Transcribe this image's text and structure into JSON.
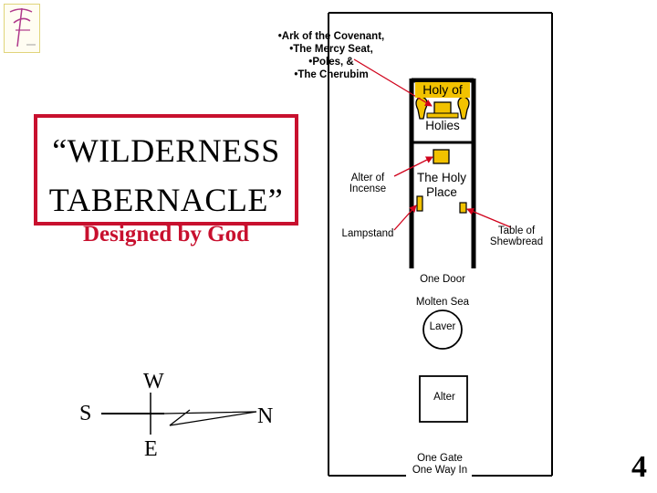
{
  "ark_notes": [
    "•Ark of the Covenant,",
    "•The Mercy Seat,",
    "•Poles, &",
    "•The Cherubim"
  ],
  "title": {
    "line1": "“WILDERNESS",
    "line2": "TABERNACLE”",
    "subtitle": "Designed by God"
  },
  "labels": {
    "holy_of": "Holy of",
    "holies": "Holies",
    "holy_place_line1": "The Holy",
    "holy_place_line2": "Place",
    "incense_line1": "Alter of",
    "incense_line2": "Incense",
    "lampstand": "Lampstand",
    "shewbread_line1": "Table of",
    "shewbread_line2": "Shewbread",
    "one_door": "One Door",
    "molten_sea": "Molten Sea",
    "laver": "Laver",
    "alter": "Alter",
    "gate_line1": "One Gate",
    "gate_line2": "One Way In"
  },
  "compass": {
    "w": "W",
    "s": "S",
    "n": "N",
    "e": "E"
  },
  "page_number": "4",
  "colors": {
    "title_border": "#c8102e",
    "subtitle": "#c8102e",
    "gold": "#f2c200",
    "pointer_red": "#d0021b"
  },
  "icons": [
    "logo-icon",
    "cherubim-icon",
    "ark-icon",
    "incense-altar-icon",
    "lampstand-icon",
    "shewbread-table-icon",
    "laver-icon",
    "brazen-altar-icon",
    "compass-arrow-icon"
  ]
}
